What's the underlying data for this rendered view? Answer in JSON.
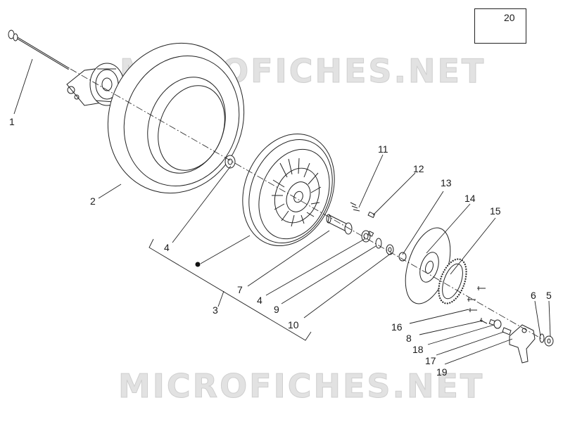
{
  "watermark": {
    "top": "MICROFICHES.NET",
    "bottom": "MICROFICHES.NET"
  },
  "callouts": {
    "c1": "1",
    "c2": "2",
    "c3": "3",
    "c4a": "4",
    "c4b": "4",
    "c5": "5",
    "c6": "6",
    "c7": "7",
    "c8": "8",
    "c9": "9",
    "c10": "10",
    "c11": "11",
    "c12": "12",
    "c13": "13",
    "c14": "14",
    "c15": "15",
    "c16": "16",
    "c17": "17",
    "c18": "18",
    "c19": "19",
    "c20": "20"
  },
  "colors": {
    "line": "#222222",
    "watermark": "#e2e2e2"
  }
}
